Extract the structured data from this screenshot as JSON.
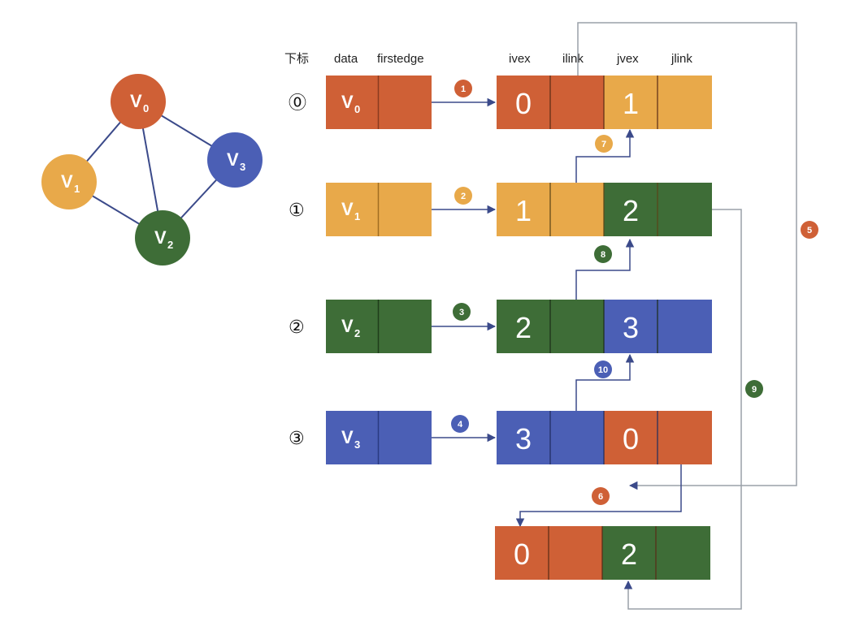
{
  "colors": {
    "v0": "#cf6036",
    "v1": "#e8a94a",
    "v2": "#3e6d37",
    "v3": "#4b5fb5",
    "arrow": "#3b4a8a",
    "gray": "#9aa0a8",
    "edge": "#3b4a8a"
  },
  "graph": {
    "vertices": [
      {
        "id": "v0",
        "label": "V",
        "sub": "0"
      },
      {
        "id": "v1",
        "label": "V",
        "sub": "1"
      },
      {
        "id": "v2",
        "label": "V",
        "sub": "2"
      },
      {
        "id": "v3",
        "label": "V",
        "sub": "3"
      }
    ],
    "edges": [
      [
        "v0",
        "v1"
      ],
      [
        "v0",
        "v2"
      ],
      [
        "v0",
        "v3"
      ],
      [
        "v1",
        "v2"
      ],
      [
        "v2",
        "v3"
      ]
    ]
  },
  "headers": {
    "index": "下标",
    "data": "data",
    "firstedge": "firstedge",
    "ivex": "ivex",
    "ilink": "ilink",
    "jvex": "jvex",
    "jlink": "jlink"
  },
  "rows": [
    {
      "index": "⓪",
      "vertex": "V",
      "sub": "0",
      "badge": "1"
    },
    {
      "index": "①",
      "vertex": "V",
      "sub": "1",
      "badge": "2"
    },
    {
      "index": "②",
      "vertex": "V",
      "sub": "2",
      "badge": "3"
    },
    {
      "index": "③",
      "vertex": "V",
      "sub": "3",
      "badge": "4"
    }
  ],
  "edge_nodes": [
    {
      "ivex": "0",
      "jvex": "1"
    },
    {
      "ivex": "1",
      "jvex": "2"
    },
    {
      "ivex": "2",
      "jvex": "3"
    },
    {
      "ivex": "3",
      "jvex": "0"
    },
    {
      "ivex": "0",
      "jvex": "2"
    }
  ],
  "link_badges": [
    "5",
    "6",
    "7",
    "8",
    "9",
    "10"
  ]
}
